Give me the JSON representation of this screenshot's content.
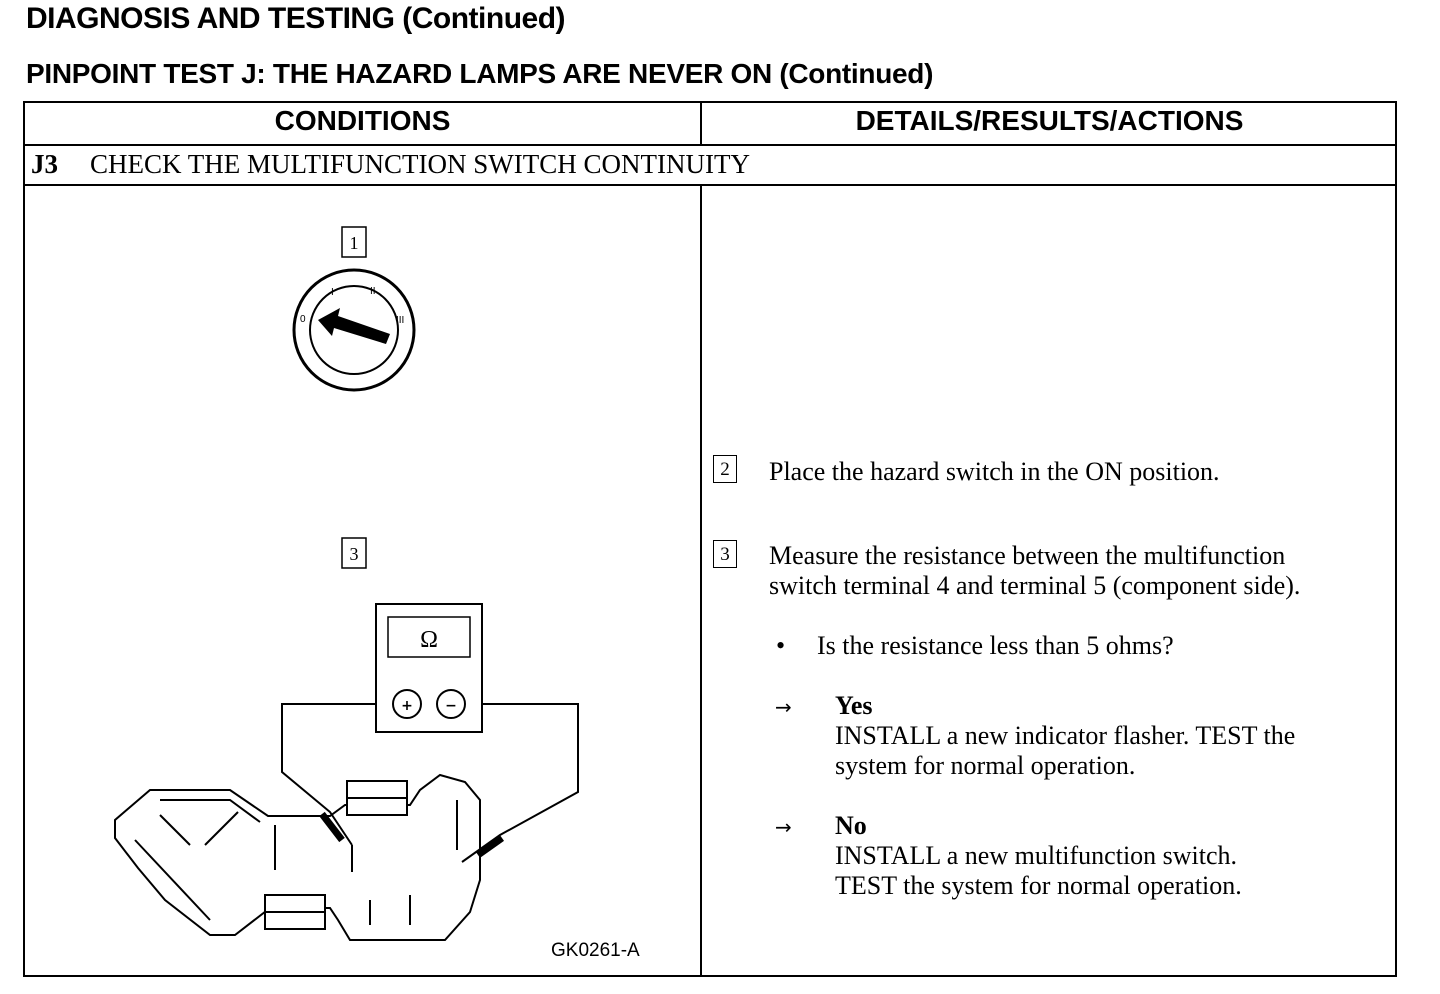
{
  "header": {
    "title": "DIAGNOSIS AND TESTING (Continued)",
    "test_title": "PINPOINT TEST J: THE HAZARD LAMPS ARE NEVER ON (Continued)"
  },
  "table": {
    "col_conditions": "CONDITIONS",
    "col_details": "DETAILS/RESULTS/ACTIONS",
    "step_id": "J3",
    "step_title": "CHECK THE MULTIFUNCTION SWITCH CONTINUITY"
  },
  "figure": {
    "callout_1": "1",
    "callout_3": "3",
    "switch_marks": [
      "0",
      "I",
      "II",
      "III"
    ],
    "meter_symbol": "Ω",
    "meter_plus": "+",
    "meter_minus": "−",
    "code": "GK0261-A"
  },
  "details": {
    "step2_num": "2",
    "step2_text": "Place the hazard switch in the ON position.",
    "step3_num": "3",
    "step3_line1": "Measure the resistance between the multifunction",
    "step3_line2": "switch terminal 4 and terminal 5 (component side).",
    "bullet": "•",
    "question": "Is the resistance less than 5 ohms?",
    "arrow": "→",
    "yes_label": "Yes",
    "yes_line1": "INSTALL a new indicator flasher. TEST the",
    "yes_line2": "system for normal operation.",
    "no_label": "No",
    "no_line1": "INSTALL a new multifunction switch.",
    "no_line2": "TEST the system for normal operation."
  }
}
